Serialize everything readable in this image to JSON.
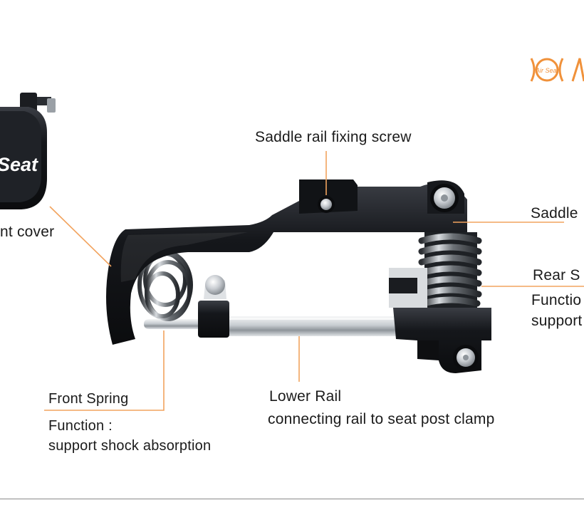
{
  "logo": {
    "text": "Air Seat",
    "color": "#f0913a"
  },
  "cover_brand_text": "Seat",
  "labels": {
    "saddle_rail_fixing_screw": "Saddle rail fixing screw",
    "saddle": "Saddle",
    "front_cover": "nt cover",
    "rear_spring": "Rear S",
    "rear_function": "Functio",
    "rear_function_desc": "support",
    "front_spring": "Front Spring",
    "front_function": "Function :",
    "front_function_desc": "support shock absorption",
    "lower_rail": "Lower Rail",
    "lower_rail_desc": "connecting rail to seat post clamp"
  },
  "colors": {
    "leader_line": "#f2a35e",
    "metal_dark": "#15171b",
    "chrome": "#b9bec4"
  }
}
